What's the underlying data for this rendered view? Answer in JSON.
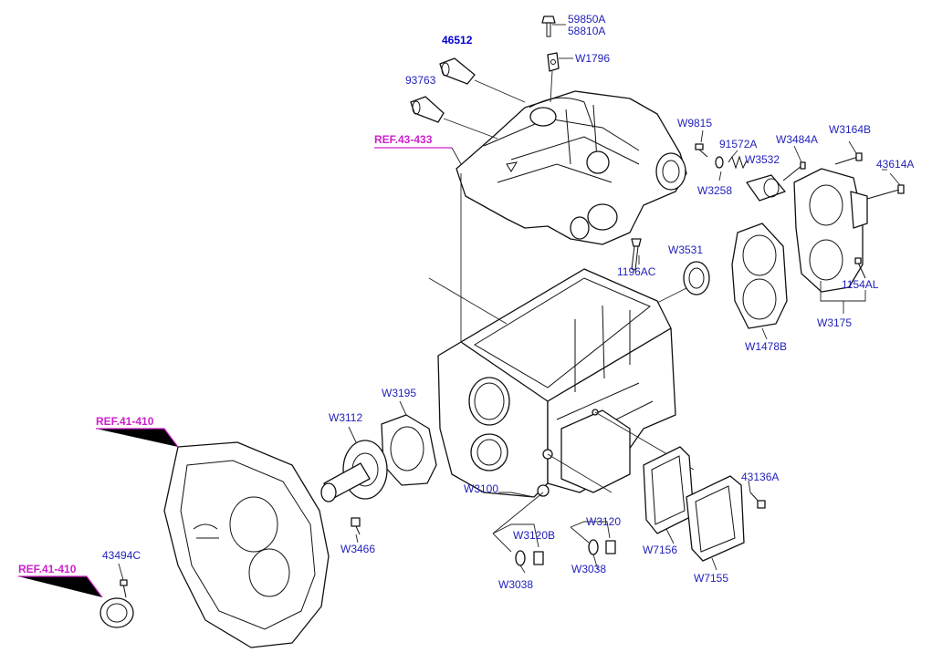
{
  "diagram": {
    "parts": {
      "p59850A": "59850A",
      "p58810A": "58810A",
      "p46512": "46512",
      "pW1796": "W1796",
      "p93763": "93763",
      "pW9815": "W9815",
      "p91572A": "91572A",
      "pW3484A": "W3484A",
      "pW3164B": "W3164B",
      "pW3532": "W3532",
      "p43614A": "43614A",
      "pW3258": "W3258",
      "p1196AC": "1196AC",
      "pW3531": "W3531",
      "p1154AL": "1154AL",
      "pW3175": "W3175",
      "pW1478B": "W1478B",
      "pW3195": "W3195",
      "pW3112": "W3112",
      "p43136A": "43136A",
      "pW3100": "W3100",
      "pW3120B": "W3120B",
      "pW3120": "W3120",
      "pW3466": "W3466",
      "p43494C": "43494C",
      "pW3038a": "W3038",
      "pW3038b": "W3038",
      "pW7156": "W7156",
      "pW7155": "W7155"
    },
    "refs": {
      "ref43433": "REF.43-433",
      "ref41410a": "REF.41-410",
      "ref41410b": "REF.41-410"
    }
  }
}
